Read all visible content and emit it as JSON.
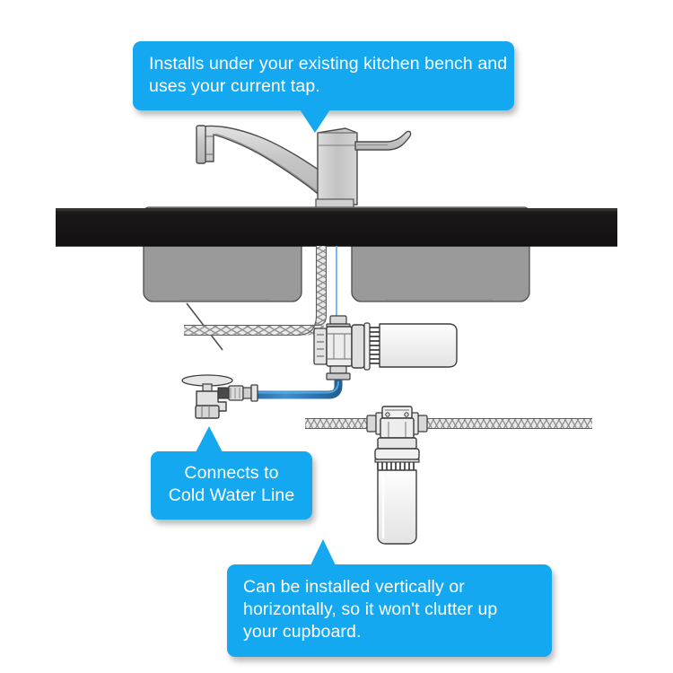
{
  "diagram": {
    "title": "Under-sink water filter installation diagram",
    "colors": {
      "callout_blue": "#14a8f0",
      "bench_black": "#1c1a1a",
      "sink_grey": "#9a9a9a",
      "metal_grey": "#c9c9c9",
      "tube_blue": "#2e7fc1",
      "outline": "#3a3a3a"
    },
    "callouts": [
      {
        "id": "top",
        "arrow": "down",
        "lines": [
          "Installs under your existing kitchen bench and",
          "uses your current tap."
        ]
      },
      {
        "id": "cold-water",
        "arrow": "up",
        "lines": [
          "Connects to",
          "Cold Water Line"
        ]
      },
      {
        "id": "orientation",
        "arrow": "up",
        "lines": [
          "Can be installed vertically or",
          "horizontally, so it won't clutter up",
          "your cupboard."
        ]
      }
    ],
    "parts": [
      {
        "name": "kitchen-tap",
        "label": "Kitchen mixer tap"
      },
      {
        "name": "kitchen-bench",
        "label": "Kitchen bench / counter top"
      },
      {
        "name": "double-bowl-sink",
        "label": "Double bowl sink"
      },
      {
        "name": "braided-hose",
        "label": "Braided flexible hose"
      },
      {
        "name": "blue-tube",
        "label": "Blue water tube"
      },
      {
        "name": "horizontal-filter",
        "label": "Filter housing mounted horizontally"
      },
      {
        "name": "vertical-filter",
        "label": "Filter housing mounted vertically"
      },
      {
        "name": "cold-water-valve",
        "label": "Cold water isolation valve"
      }
    ]
  }
}
